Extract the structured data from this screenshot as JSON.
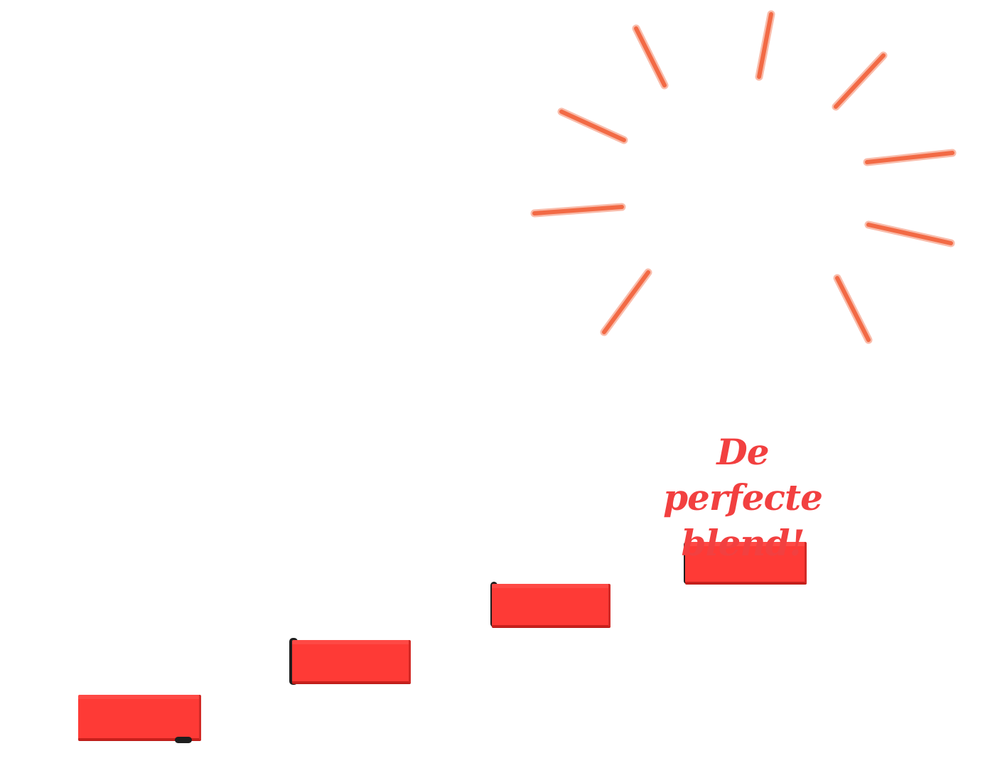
{
  "illustration": {
    "tagline_line1": "De perfecte",
    "tagline_line2": "blend!",
    "icons": [
      "sun-rays-icon",
      "step-block-icon"
    ],
    "colors": {
      "ray": "#f26a45",
      "block": "#fe3a36",
      "block_edge": "#c8201c",
      "text": "#f24040",
      "background": "#ffffff",
      "nub": "#1e1e1e"
    },
    "step_count": 4
  }
}
